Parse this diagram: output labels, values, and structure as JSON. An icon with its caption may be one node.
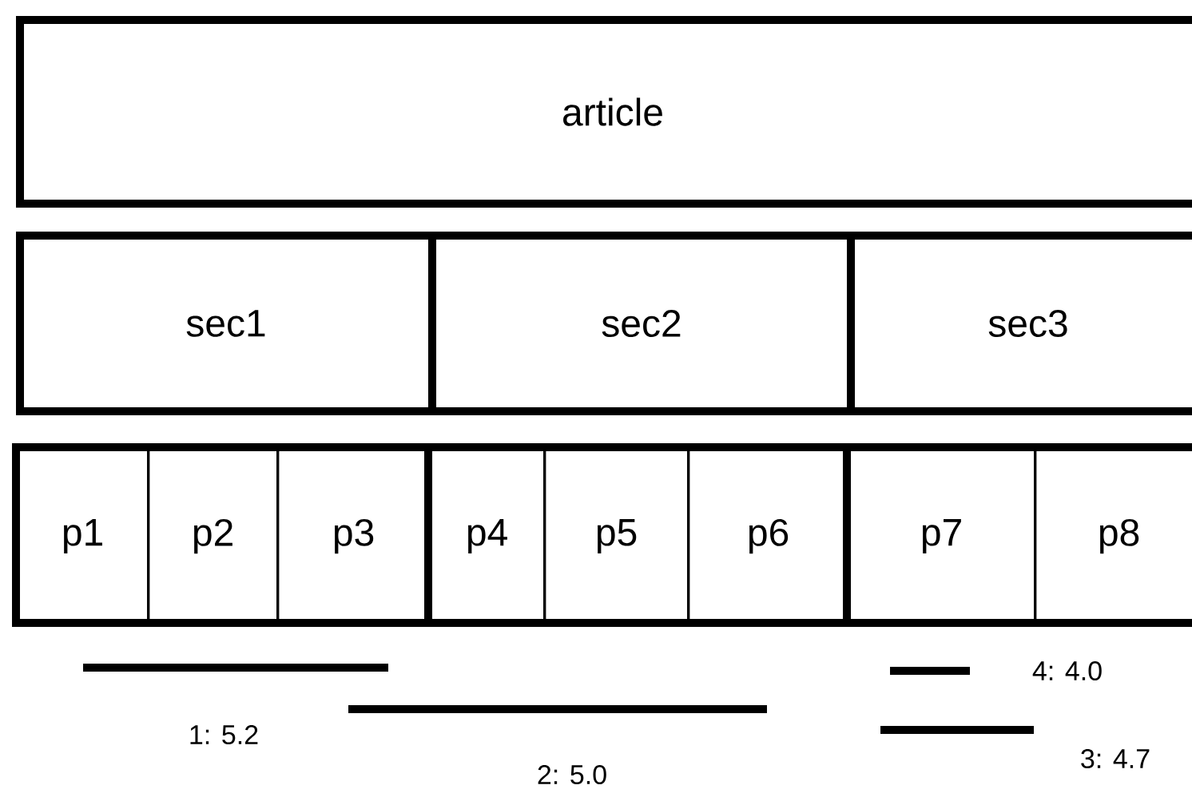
{
  "diagram": {
    "nodes": [
      {
        "text": [
          "article"
        ]
      },
      {
        "text": [
          "sec1"
        ]
      },
      {
        "text": [
          "sec2"
        ]
      },
      {
        "text": [
          "sec3"
        ]
      },
      {
        "text": [
          "p1"
        ]
      },
      {
        "text": [
          "p2"
        ]
      },
      {
        "text": [
          "p3"
        ]
      },
      {
        "text": [
          "p4"
        ]
      },
      {
        "text": [
          "p5"
        ]
      },
      {
        "text": [
          "p6"
        ]
      },
      {
        "text": [
          "p7"
        ]
      },
      {
        "text": [
          "p8"
        ]
      }
    ],
    "labels": [
      "4: 4.0",
      "1: 5.2",
      "3: 4.7",
      "2: 5.0"
    ]
  }
}
